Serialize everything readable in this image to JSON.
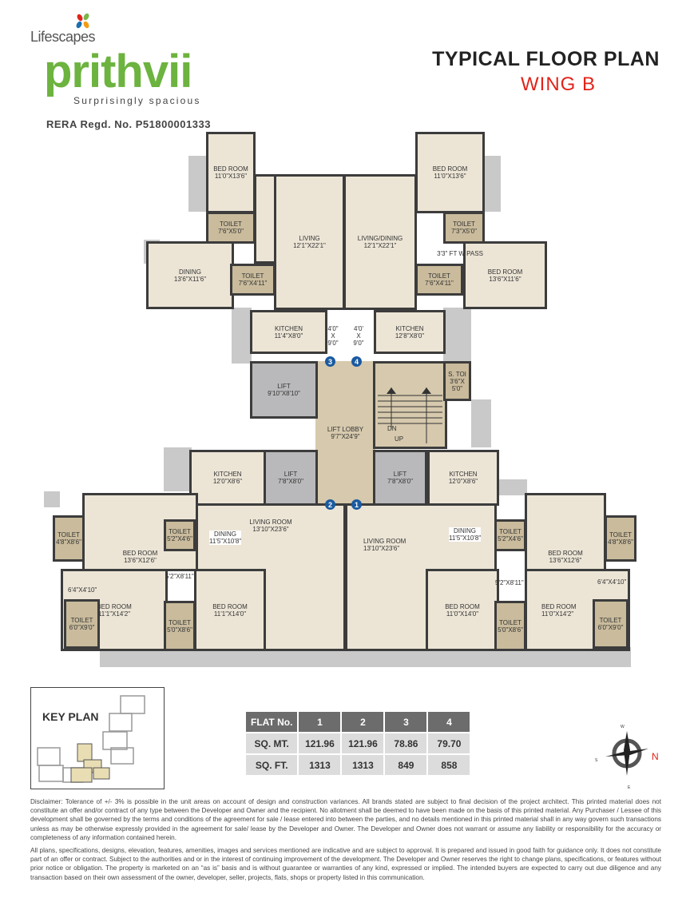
{
  "header": {
    "brand_prefix": "Lifescapes",
    "brand_name": "prithvii",
    "tagline": "Surprisingly spacious",
    "rera": "RERA Regd. No. P51800001333",
    "title": "TYPICAL FLOOR PLAN",
    "subtitle": "WING B"
  },
  "flat3": {
    "bed1": {
      "name": "BED ROOM",
      "dim": "11'0\"X13'6\""
    },
    "toilet1": {
      "name": "TOILET",
      "dim": "7'6\"X5'0\""
    },
    "dining": {
      "name": "DINING",
      "dim": "13'6\"X11'6\""
    },
    "toilet2": {
      "name": "TOILET",
      "dim": "7'6\"X4'11\""
    },
    "living": {
      "name": "LIVING",
      "dim": "12'1\"X22'1\""
    },
    "kitchen": {
      "name": "KITCHEN",
      "dim": "11'4\"X8'0\""
    },
    "foyer": {
      "a": "4'0\"",
      "b": "X",
      "c": "9'0\""
    }
  },
  "flat4": {
    "bed1": {
      "name": "BED ROOM",
      "dim": "11'0\"X13'6\""
    },
    "toilet1": {
      "name": "TOILET",
      "dim": "7'3\"X5'0\""
    },
    "pass": "3'3\" FT W PASS",
    "bed2": {
      "name": "BED ROOM",
      "dim": "13'6\"X11'6\""
    },
    "toilet2": {
      "name": "TOILET",
      "dim": "7'6\"X4'11\""
    },
    "living": {
      "name": "LIVING/DINING",
      "dim": "12'1\"X22'1\""
    },
    "kitchen": {
      "name": "KITCHEN",
      "dim": "12'8\"X8'0\""
    },
    "foyer": {
      "a": "4'0'",
      "b": "X",
      "c": "9'0\""
    }
  },
  "core": {
    "lift_a": {
      "name": "LIFT",
      "dim": "9'10\"X8'10\""
    },
    "lobby": {
      "name": "LIFT LOBBY",
      "dim": "9'7\"X24'9\""
    },
    "stair_dn": "DN",
    "stair_up": "UP",
    "stoilet": {
      "name": "S. TOI",
      "dim1": "3'6\"X",
      "dim2": "5'0\""
    },
    "lift_b": {
      "name": "LIFT",
      "dim": "7'8\"X8'0\""
    },
    "lift_c": {
      "name": "LIFT",
      "dim": "7'8\"X8'0\""
    },
    "markers": [
      "1",
      "2",
      "3",
      "4"
    ]
  },
  "flat2": {
    "kitchen": {
      "name": "KITCHEN",
      "dim": "12'0\"X8'6\""
    },
    "living": {
      "name": "LIVING ROOM",
      "dim": "13'10\"X23'6\""
    },
    "dining": {
      "name": "DINING",
      "dim": "11'5\"X10'8\""
    },
    "toilet_a": {
      "name": "TOILET",
      "dim": "4'8\"X8'6\""
    },
    "toilet_b": {
      "name": "TOILET",
      "dim": "5'2\"X4'6\""
    },
    "bed1": {
      "name": "BED ROOM",
      "dim": "13'6\"X12'6\""
    },
    "passage": "5'2\"X8'11\"",
    "dress": "6'4\"X4'10\"",
    "bed2": {
      "name": "BED ROOM",
      "dim": "11'1\"X14'2\""
    },
    "bed3": {
      "name": "BED ROOM",
      "dim": "11'1\"X14'0\""
    },
    "toilet_c": {
      "name": "TOILET",
      "dim": "6'0\"X9'0\""
    },
    "toilet_d": {
      "name": "TOILET",
      "dim": "5'0\"X8'6\""
    }
  },
  "flat1": {
    "kitchen": {
      "name": "KITCHEN",
      "dim": "12'0\"X8'6\""
    },
    "living": {
      "name": "LIVING ROOM",
      "dim": "13'10\"X23'6\""
    },
    "dining": {
      "name": "DINING",
      "dim": "11'5\"X10'8\""
    },
    "toilet_a": {
      "name": "TOILET",
      "dim": "5'2\"X4'6\""
    },
    "toilet_b": {
      "name": "TOILET",
      "dim": "4'8\"X8'6\""
    },
    "bed1": {
      "name": "BED ROOM",
      "dim": "13'6\"X12'6\""
    },
    "passage": "5'2\"X8'11\"",
    "dress": "6'4\"X4'10\"",
    "bed2": {
      "name": "BED ROOM",
      "dim": "11'0\"X14'0\""
    },
    "bed3": {
      "name": "BED ROOM",
      "dim": "11'0\"X14'2\""
    },
    "toilet_c": {
      "name": "TOILET",
      "dim": "5'0\"X8'6\""
    },
    "toilet_d": {
      "name": "TOILET",
      "dim": "6'0\"X9'0\""
    }
  },
  "key_plan": {
    "title": "KEY PLAN"
  },
  "area_table": {
    "headers": [
      "FLAT No.",
      "1",
      "2",
      "3",
      "4"
    ],
    "rows": [
      [
        "SQ. MT.",
        "121.96",
        "121.96",
        "78.86",
        "79.70"
      ],
      [
        "SQ. FT.",
        "1313",
        "1313",
        "849",
        "858"
      ]
    ]
  },
  "compass": {
    "north": "N",
    "south": "S",
    "east": "E",
    "west": "W",
    "north_color": "#e2231a"
  },
  "disclaimer": [
    "Disclaimer: Tolerance of +/- 3% is possible in the unit areas on account of design and construction variances. All brands stated are subject to final decision of the project architect. This printed material does not constitute an offer and/or contract of any type between the Developer and Owner and the recipient. No allotment shall be deemed to have been made on the basis of this printed material. Any Purchaser / Lessee of this development shall be governed by the terms and conditions of the agreement for sale / lease entered into between the parties, and no details mentioned in this printed material shall in any way govern such transactions unless as may be otherwise expressly provided in the agreement for sale/ lease by the Developer and Owner. The Developer and Owner does not warrant or assume any liability or responsibility for the accuracy or completeness of any information contained herein.",
    "All plans, specifications, designs, elevation, features, amenities, images and services mentioned are indicative and are subject to approval. It is prepared and issued in good faith for guidance only. It does not constitute part of an offer or contract. Subject to the authorities and or in the interest of continuing improvement of the development. The Developer and Owner reserves the right to change plans, specifications, or features without prior notice or obligation. The property is marketed on an “as is” basis and is without guarantee or warranties of any kind, expressed or implied. The intended buyers are expected to carry out due diligence and any transaction based on their own assessment of the owner, developer, seller, projects, flats, shops or property listed in this communication."
  ]
}
